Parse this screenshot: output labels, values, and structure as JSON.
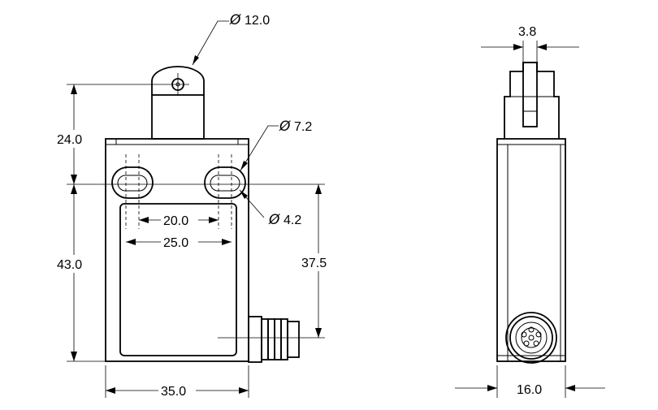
{
  "front_view": {
    "roller_diameter": "12.0",
    "hole_diameter_outer": "7.2",
    "hole_diameter_inner": "4.2",
    "actuator_height": "24.0",
    "body_height": "43.0",
    "hole_spacing_inner": "20.0",
    "hole_spacing_outer": "25.0",
    "cable_offset": "37.5",
    "body_width": "35.0"
  },
  "side_view": {
    "roller_width": "3.8",
    "body_depth": "16.0"
  },
  "symbols": {
    "diameter": "Ø"
  }
}
